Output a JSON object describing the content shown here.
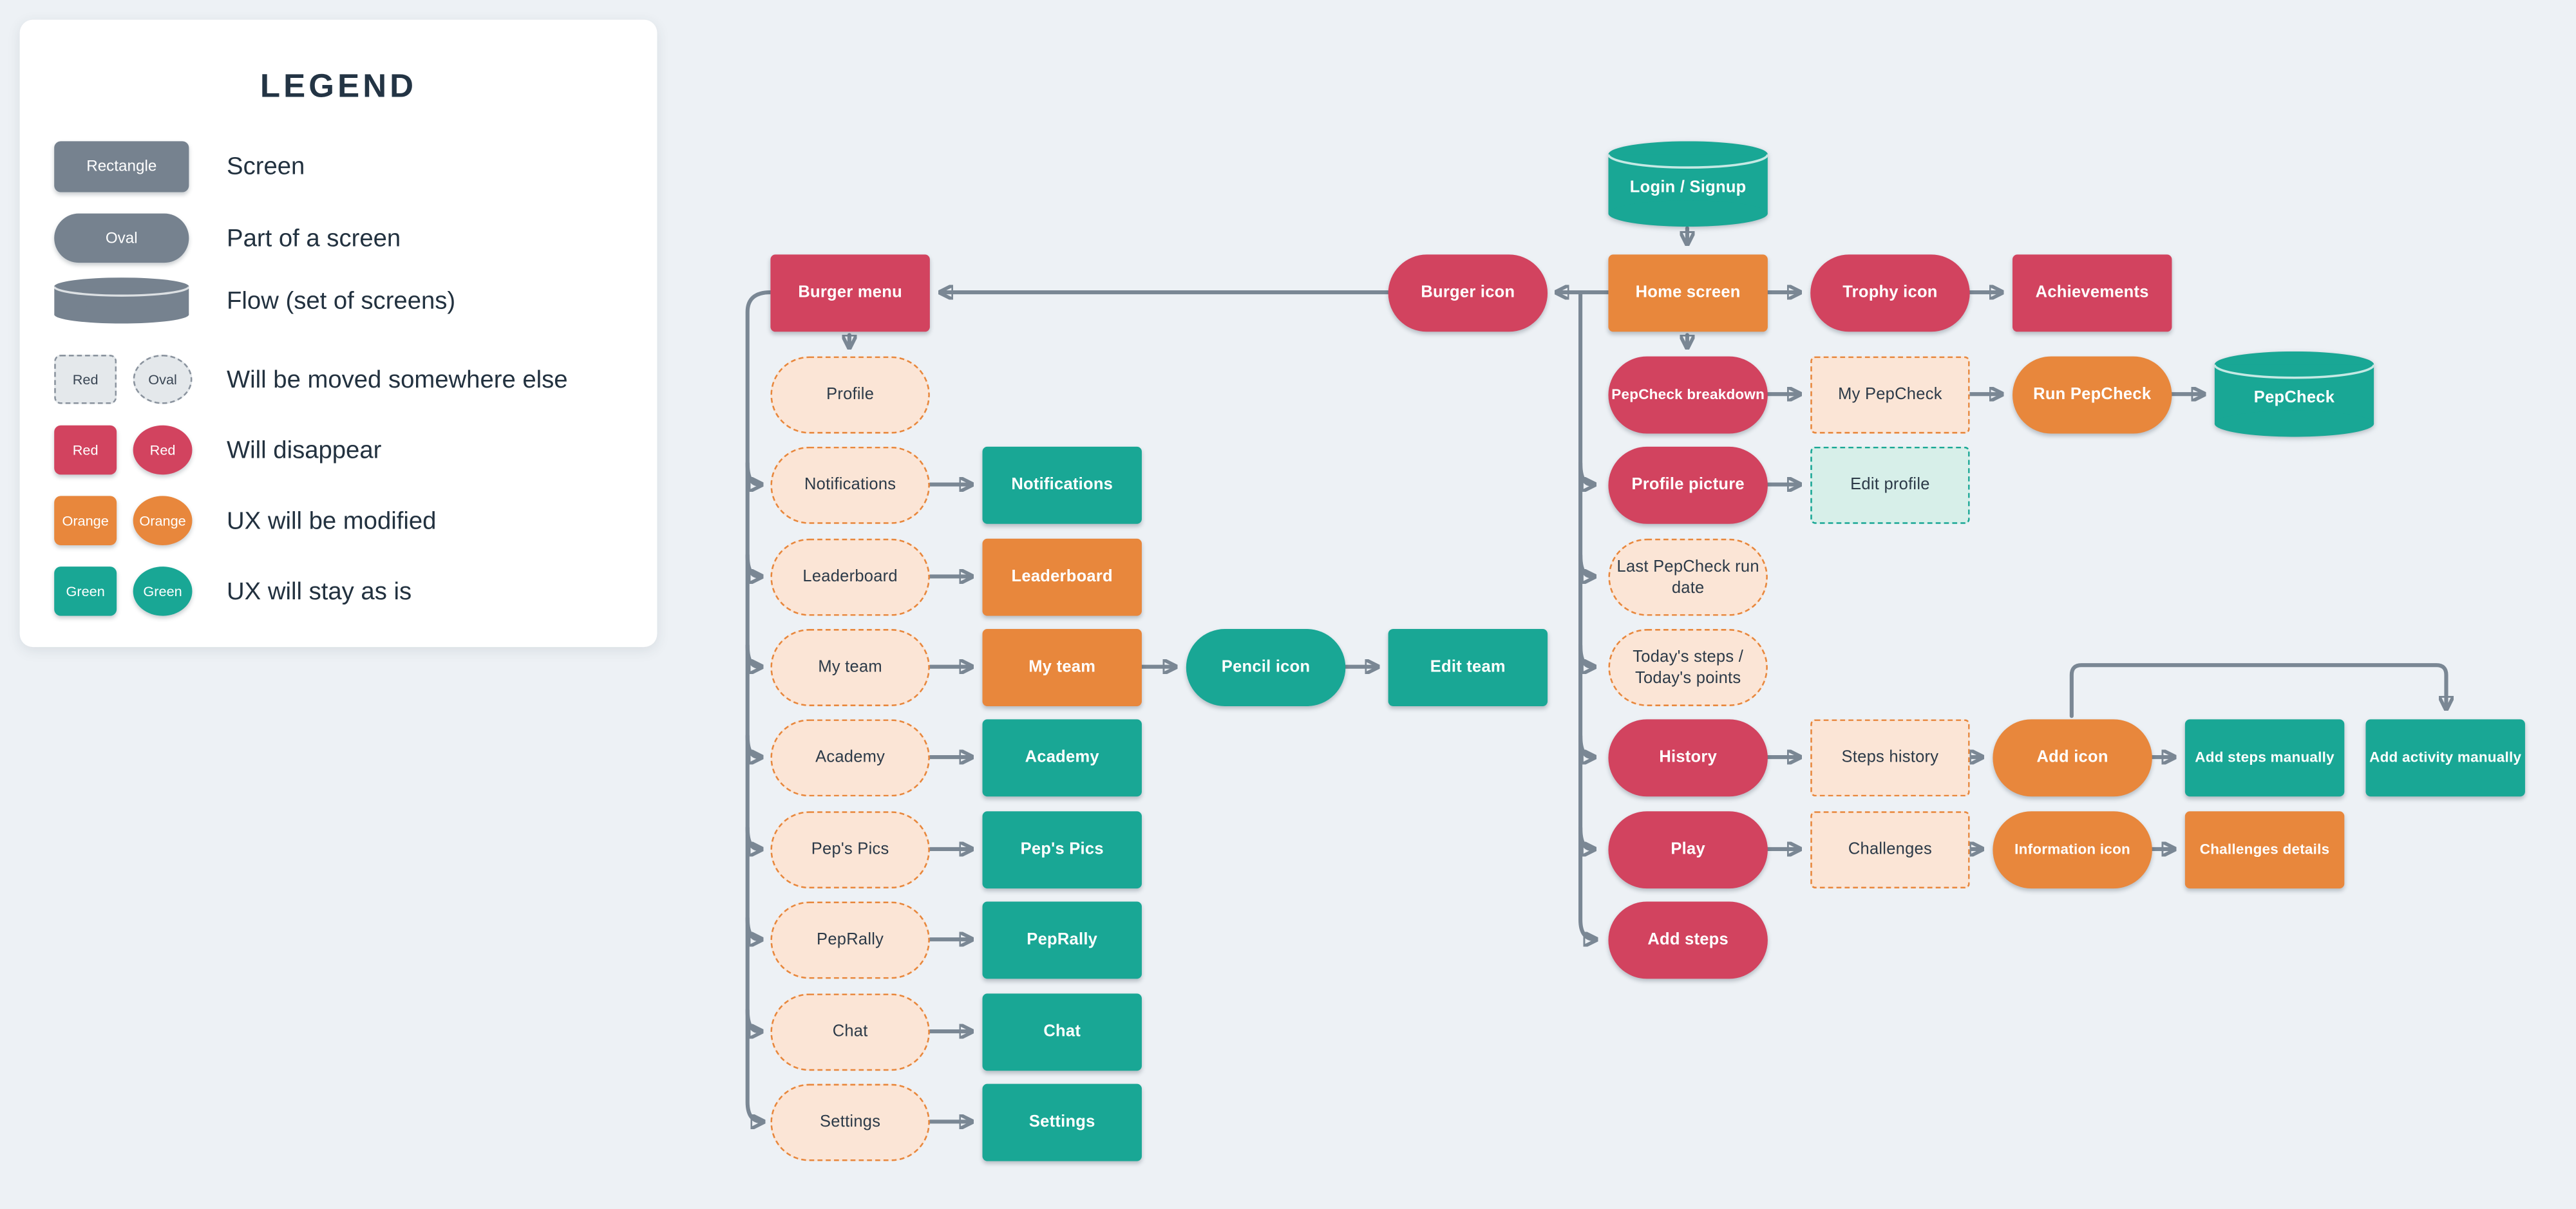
{
  "legend": {
    "title": "LEGEND",
    "shape_rows": [
      {
        "swatch_label": "Rectangle",
        "description": "Screen"
      },
      {
        "swatch_label": "Oval",
        "description": "Part of a screen"
      },
      {
        "swatch_label": "",
        "description": "Flow (set of screens)"
      }
    ],
    "color_rows": [
      {
        "rect_label": "Red",
        "oval_label": "Oval",
        "description": "Will be moved somewhere else"
      },
      {
        "rect_label": "Red",
        "oval_label": "Red",
        "description": "Will disappear"
      },
      {
        "rect_label": "Orange",
        "oval_label": "Orange",
        "description": "UX will be modified"
      },
      {
        "rect_label": "Green",
        "oval_label": "Green",
        "description": "UX will stay as is"
      }
    ]
  },
  "nodes": {
    "burger_menu": "Burger menu",
    "profile": "Profile",
    "notifications_item": "Notifications",
    "notifications_screen": "Notifications",
    "leaderboard_item": "Leaderboard",
    "leaderboard_screen": "Leaderboard",
    "my_team_item": "My team",
    "my_team_screen": "My team",
    "pencil_icon": "Pencil icon",
    "edit_team": "Edit team",
    "academy_item": "Academy",
    "academy_screen": "Academy",
    "peps_pics_item": "Pep's Pics",
    "peps_pics_screen": "Pep's Pics",
    "peprally_item": "PepRally",
    "peprally_screen": "PepRally",
    "chat_item": "Chat",
    "chat_screen": "Chat",
    "settings_item": "Settings",
    "settings_screen": "Settings",
    "burger_icon": "Burger icon",
    "login_signup": "Login / Signup",
    "home_screen": "Home screen",
    "trophy_icon": "Trophy icon",
    "achievements": "Achievements",
    "pepcheck_breakdown": "PepCheck breakdown",
    "my_pepcheck": "My PepCheck",
    "run_pepcheck": "Run PepCheck",
    "pepcheck_flow": "PepCheck",
    "profile_picture": "Profile picture",
    "edit_profile": "Edit profile",
    "last_pepcheck_run_date": "Last PepCheck run\ndate",
    "todays_steps": "Today's steps /\nToday's points",
    "history": "History",
    "steps_history": "Steps history",
    "add_icon": "Add icon",
    "add_steps_manually": "Add steps manually",
    "add_activity_manually": "Add activity manually",
    "play": "Play",
    "challenges": "Challenges",
    "information_icon": "Information icon",
    "challenges_details": "Challenges details",
    "add_steps": "Add steps"
  },
  "colors": {
    "red": "#D2435F",
    "orange": "#E8873C",
    "green": "#19A795",
    "neutral_gray": "#76828F",
    "connector_gray": "#7A8794",
    "peach_fill": "#FBE5D6",
    "mint_fill": "#D7EFE9",
    "background": "#EDF1F5",
    "card": "#FFFFFF",
    "dark_text": "#2C3A48"
  }
}
